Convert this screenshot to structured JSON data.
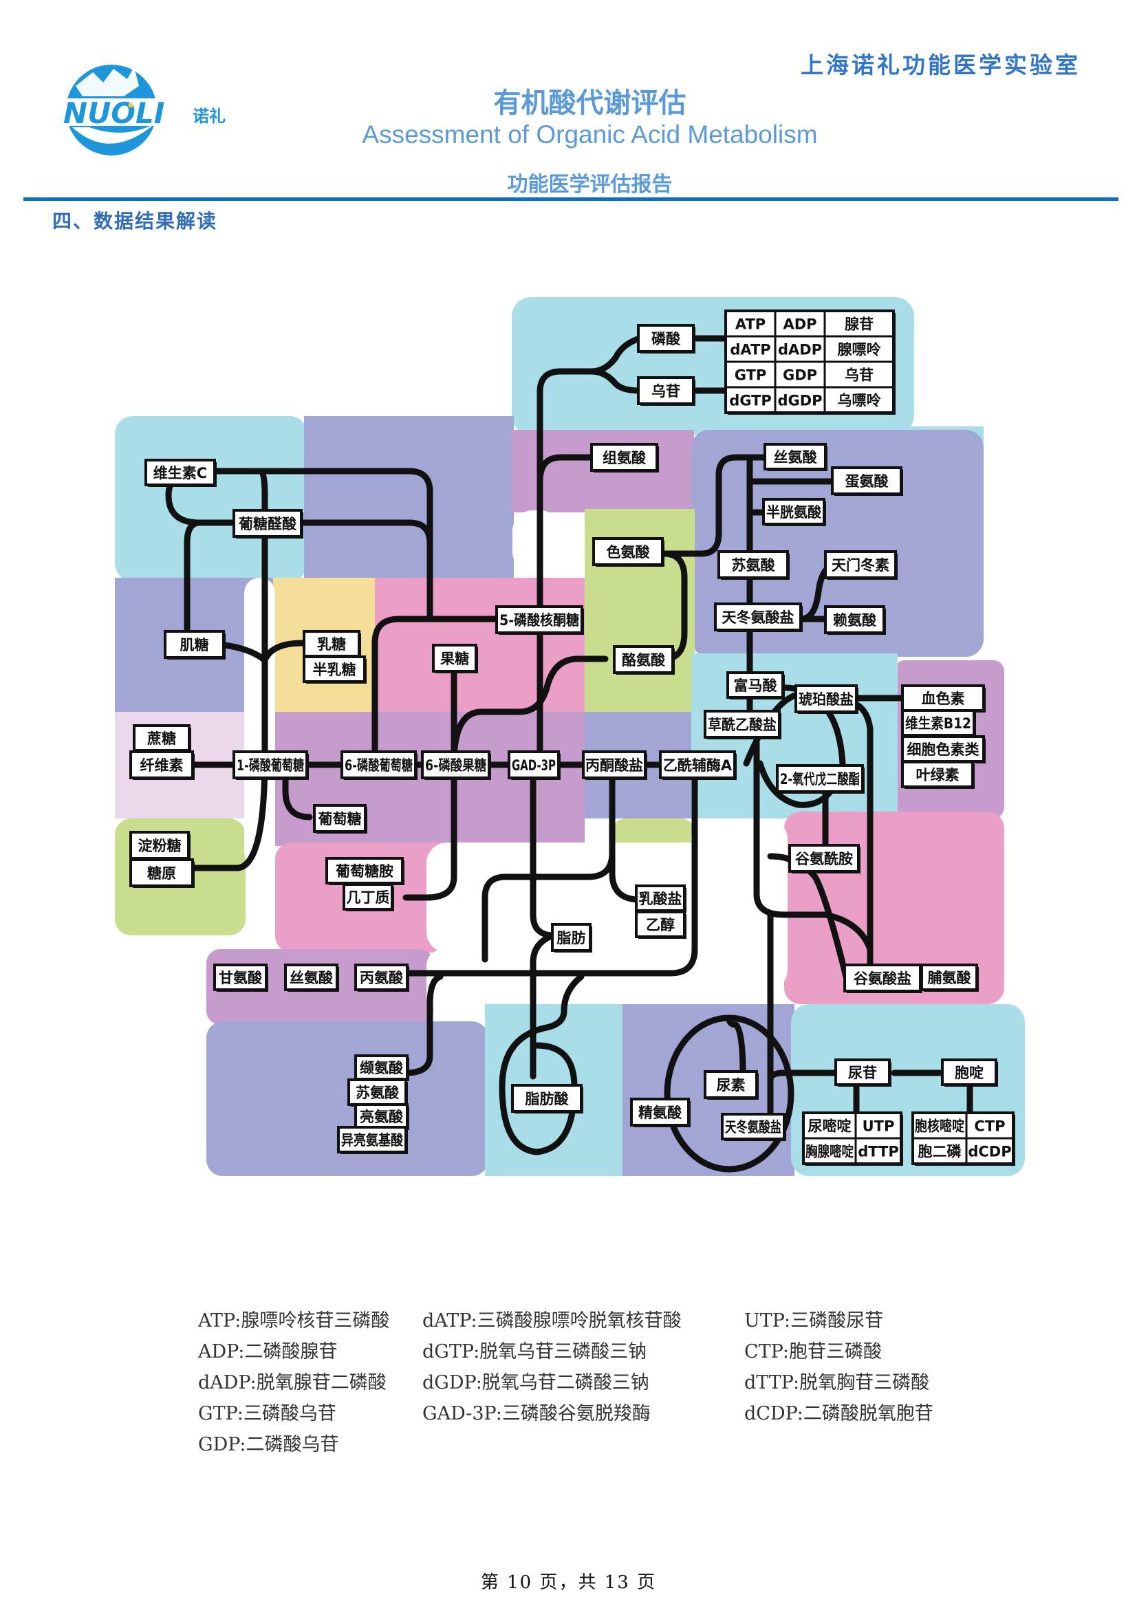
{
  "header": {
    "logo_text": "NUOLI",
    "logo_cn": "诺礼",
    "lab_name": "上海诺礼功能医学实验室",
    "title_cn": "有机酸代谢评估",
    "title_en": "Assessment of Organic Acid Metabolism",
    "subtitle": "功能医学评估报告",
    "brand_color": "#0a6fc2"
  },
  "section": {
    "heading": "四、数据结果解读"
  },
  "diagram": {
    "colors": {
      "cyan": "#a9dde8",
      "periwinkle": "#a1a6d4",
      "mauve": "#c59ccb",
      "pink": "#ec9fc6",
      "green": "#c8dd8e",
      "yellow": "#f4dd96",
      "lilac": "#ebd8ea",
      "line": "#111111"
    },
    "nodes": {
      "phosphate": "磷酸",
      "guanosine": "乌苷",
      "histidine": "组氨酸",
      "serine_top": "丝氨酸",
      "methionine": "蛋氨酸",
      "cysteine": "半胱氨酸",
      "tryptophan": "色氨酸",
      "threonine_top": "苏氨酸",
      "asparagine": "天门冬素",
      "aspartate_top": "天冬氨酸盐",
      "lysine": "赖氨酸",
      "vitamin_c": "维生素C",
      "glucuronic": "葡糖醛酸",
      "glycogen_muscle": "肌糖",
      "lactose": "乳糖",
      "galactose": "半乳糖",
      "ribulose5p": "5-磷酸核酮糖",
      "fructose": "果糖",
      "tyrosine": "酪氨酸",
      "fumarate": "富马酸",
      "succinate": "琥珀酸盐",
      "oxaloacetate": "草酰乙酸盐",
      "hemoglobin": "血色素",
      "b12": "维生素B12",
      "cytochrome": "细胞色素类",
      "chlorophyll": "叶绿素",
      "sucrose": "蔗糖",
      "cellulose": "纤维素",
      "g1p": "1-磷酸葡萄糖",
      "g6p": "6-磷酸葡萄糖",
      "f6p": "6-磷酸果糖",
      "gad3p": "GAD-3P",
      "pyruvate": "丙酮酸盐",
      "acetylcoa": "乙酰辅酶A",
      "oxoglutarate": "2-氧代戊二酸酯",
      "glucose": "葡萄糖",
      "starch": "淀粉糖",
      "glycogen": "糖原",
      "glucosamine": "葡萄糖胺",
      "chitin": "几丁质",
      "glutamine": "谷氨酰胺",
      "lactate": "乳酸盐",
      "ethanol": "乙醇",
      "fat": "脂肪",
      "glycine": "甘氨酸",
      "serine_bottom": "丝氨酸",
      "alanine": "丙氨酸",
      "glutamate": "谷氨酸盐",
      "proline": "脯氨酸",
      "valine": "缬氨酸",
      "threonine_bottom": "苏氨酸",
      "leucine": "亮氨酸",
      "isoleucine": "异亮氨基酸",
      "fatty_acid": "脂肪酸",
      "arginine": "精氨酸",
      "urea": "尿素",
      "aspartate_bottom": "天冬氨酸盐",
      "uridine": "尿苷",
      "cytosine": "胞啶"
    },
    "purine_table": [
      [
        "ATP",
        "ADP",
        "腺苷"
      ],
      [
        "dATP",
        "dADP",
        "腺嘌呤"
      ],
      [
        "GTP",
        "GDP",
        "乌苷"
      ],
      [
        "dGTP",
        "dGDP",
        "乌嘌呤"
      ]
    ],
    "uracil_table": [
      [
        "尿嘧啶",
        "UTP"
      ],
      [
        "胸腺嘧啶",
        "dTTP"
      ]
    ],
    "cytosine_table": [
      [
        "胞核嘧啶",
        "CTP"
      ],
      [
        "胞二磷",
        "dCDP"
      ]
    ]
  },
  "legend": {
    "col1": [
      "ATP:腺嘌呤核苷三磷酸",
      "ADP:二磷酸腺苷",
      "dADP:脱氧腺苷二磷酸",
      "GTP:三磷酸乌苷",
      "GDP:二磷酸乌苷"
    ],
    "col2": [
      "dATP:三磷酸腺嘌呤脱氧核苷酸",
      "dGTP:脱氧乌苷三磷酸三钠",
      "dGDP:脱氧乌苷二磷酸三钠",
      "GAD-3P:三磷酸谷氨脱羧酶"
    ],
    "col3": [
      "UTP:三磷酸尿苷",
      "CTP:胞苷三磷酸",
      "dTTP:脱氧胸苷三磷酸",
      "dCDP:二磷酸脱氧胞苷"
    ]
  },
  "footer": {
    "page_text": "第 10 页，共 13 页"
  }
}
